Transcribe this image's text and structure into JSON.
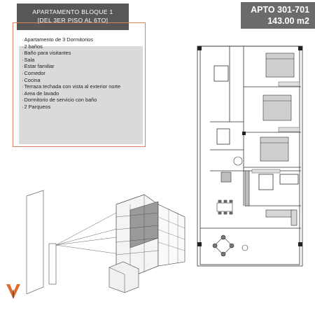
{
  "header": {
    "title_line1": "APARTAMENTO BLOQUE 1",
    "title_line2": "[DEL 3ER PISO AL 6TO]"
  },
  "unit": {
    "code": "APTO 301-701",
    "area": "143.00 m2"
  },
  "features": [
    "Apartamento de 3 Dormitorios",
    "2 baños",
    "Baño para visitantes",
    "Sala",
    "Estar familiar",
    "Comedor",
    "Cocina",
    "Terraza techada con vista al exterior norte",
    "Area de lavado",
    "Dormitorio de servicio con baño",
    "2 Parqueos"
  ],
  "colors": {
    "title_bg": "#575756",
    "apto_bg": "#6b6b6a",
    "frame": "#d9825a",
    "panel": "#dadada",
    "logo": "#e06a2b"
  },
  "icons": [
    "logo-mark-icon",
    "floor-plan",
    "building-diagram"
  ]
}
